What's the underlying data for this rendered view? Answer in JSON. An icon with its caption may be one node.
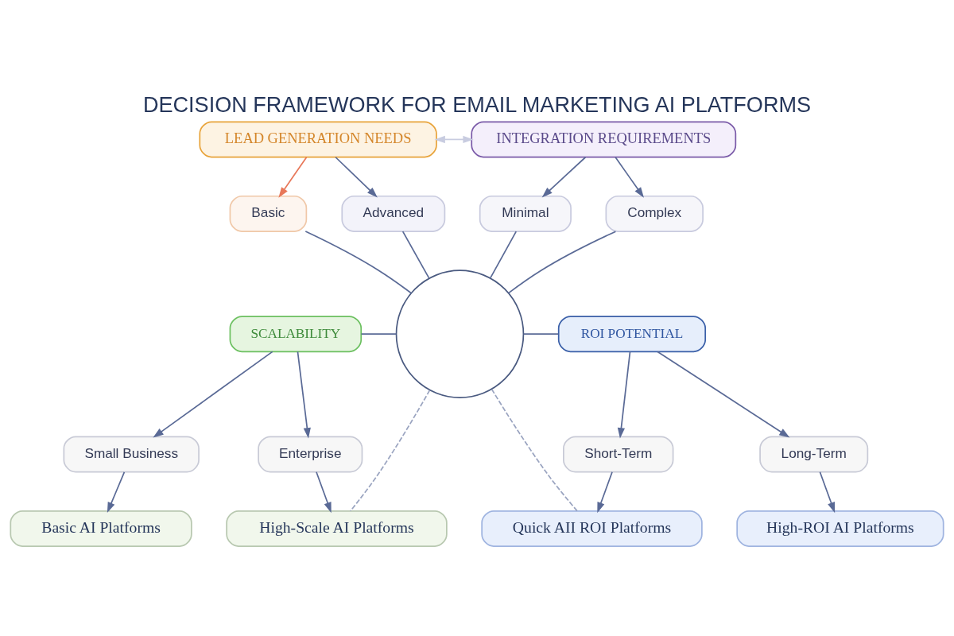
{
  "diagram": {
    "title": "DECISION FRAMEWORK FOR EMAIL MARKETING AI PLATFORMS",
    "nodes": [
      {
        "text": [
          "LEAD GENERATION NEEDS"
        ]
      },
      {
        "text": [
          "INTEGRATION REQUIREMENTS"
        ]
      },
      {
        "text": [
          "Basic"
        ]
      },
      {
        "text": [
          "Advanced"
        ]
      },
      {
        "text": [
          "Minimal"
        ]
      },
      {
        "text": [
          "Complex"
        ]
      },
      {
        "text": [],
        "shape": "circle"
      },
      {
        "text": [
          "SCALABILITY"
        ]
      },
      {
        "text": [
          "ROI POTENTIAL"
        ]
      },
      {
        "text": [
          "Small Business"
        ]
      },
      {
        "text": [
          "Enterprise"
        ]
      },
      {
        "text": [
          "Short-Term"
        ]
      },
      {
        "text": [
          "Long-Term"
        ]
      },
      {
        "text": [
          "Basic AI Platforms"
        ]
      },
      {
        "text": [
          "High-Scale AI Platforms"
        ]
      },
      {
        "text": [
          "Quick AII ROI Platforms"
        ]
      },
      {
        "text": [
          "High-ROI AI Platforms"
        ]
      }
    ],
    "edges": [
      {
        "from": 0,
        "to": 1,
        "arrow": "both",
        "color": "#c8cce0"
      },
      {
        "from": 0,
        "to": 2,
        "arrow": "to",
        "color": "#e8785a"
      },
      {
        "from": 0,
        "to": 3,
        "arrow": "to"
      },
      {
        "from": 1,
        "to": 4,
        "arrow": "to"
      },
      {
        "from": 1,
        "to": 5,
        "arrow": "to"
      },
      {
        "from": 2,
        "to": 6,
        "arrow": "none"
      },
      {
        "from": 3,
        "to": 6,
        "arrow": "none"
      },
      {
        "from": 4,
        "to": 6,
        "arrow": "none"
      },
      {
        "from": 5,
        "to": 6,
        "arrow": "none"
      },
      {
        "from": 7,
        "to": 6,
        "arrow": "none"
      },
      {
        "from": 6,
        "to": 8,
        "arrow": "none"
      },
      {
        "from": 7,
        "to": 9,
        "arrow": "to"
      },
      {
        "from": 7,
        "to": 10,
        "arrow": "to"
      },
      {
        "from": 8,
        "to": 11,
        "arrow": "to"
      },
      {
        "from": 8,
        "to": 12,
        "arrow": "to"
      },
      {
        "from": 9,
        "to": 13,
        "arrow": "to"
      },
      {
        "from": 10,
        "to": 14,
        "arrow": "to"
      },
      {
        "from": 11,
        "to": 15,
        "arrow": "to"
      },
      {
        "from": 12,
        "to": 16,
        "arrow": "to"
      },
      {
        "from": 6,
        "to": 14,
        "arrow": "none",
        "style": "dashed",
        "color": "#9aa4c0"
      },
      {
        "from": 6,
        "to": 15,
        "arrow": "none",
        "style": "dashed",
        "color": "#9aa4c0"
      }
    ]
  }
}
